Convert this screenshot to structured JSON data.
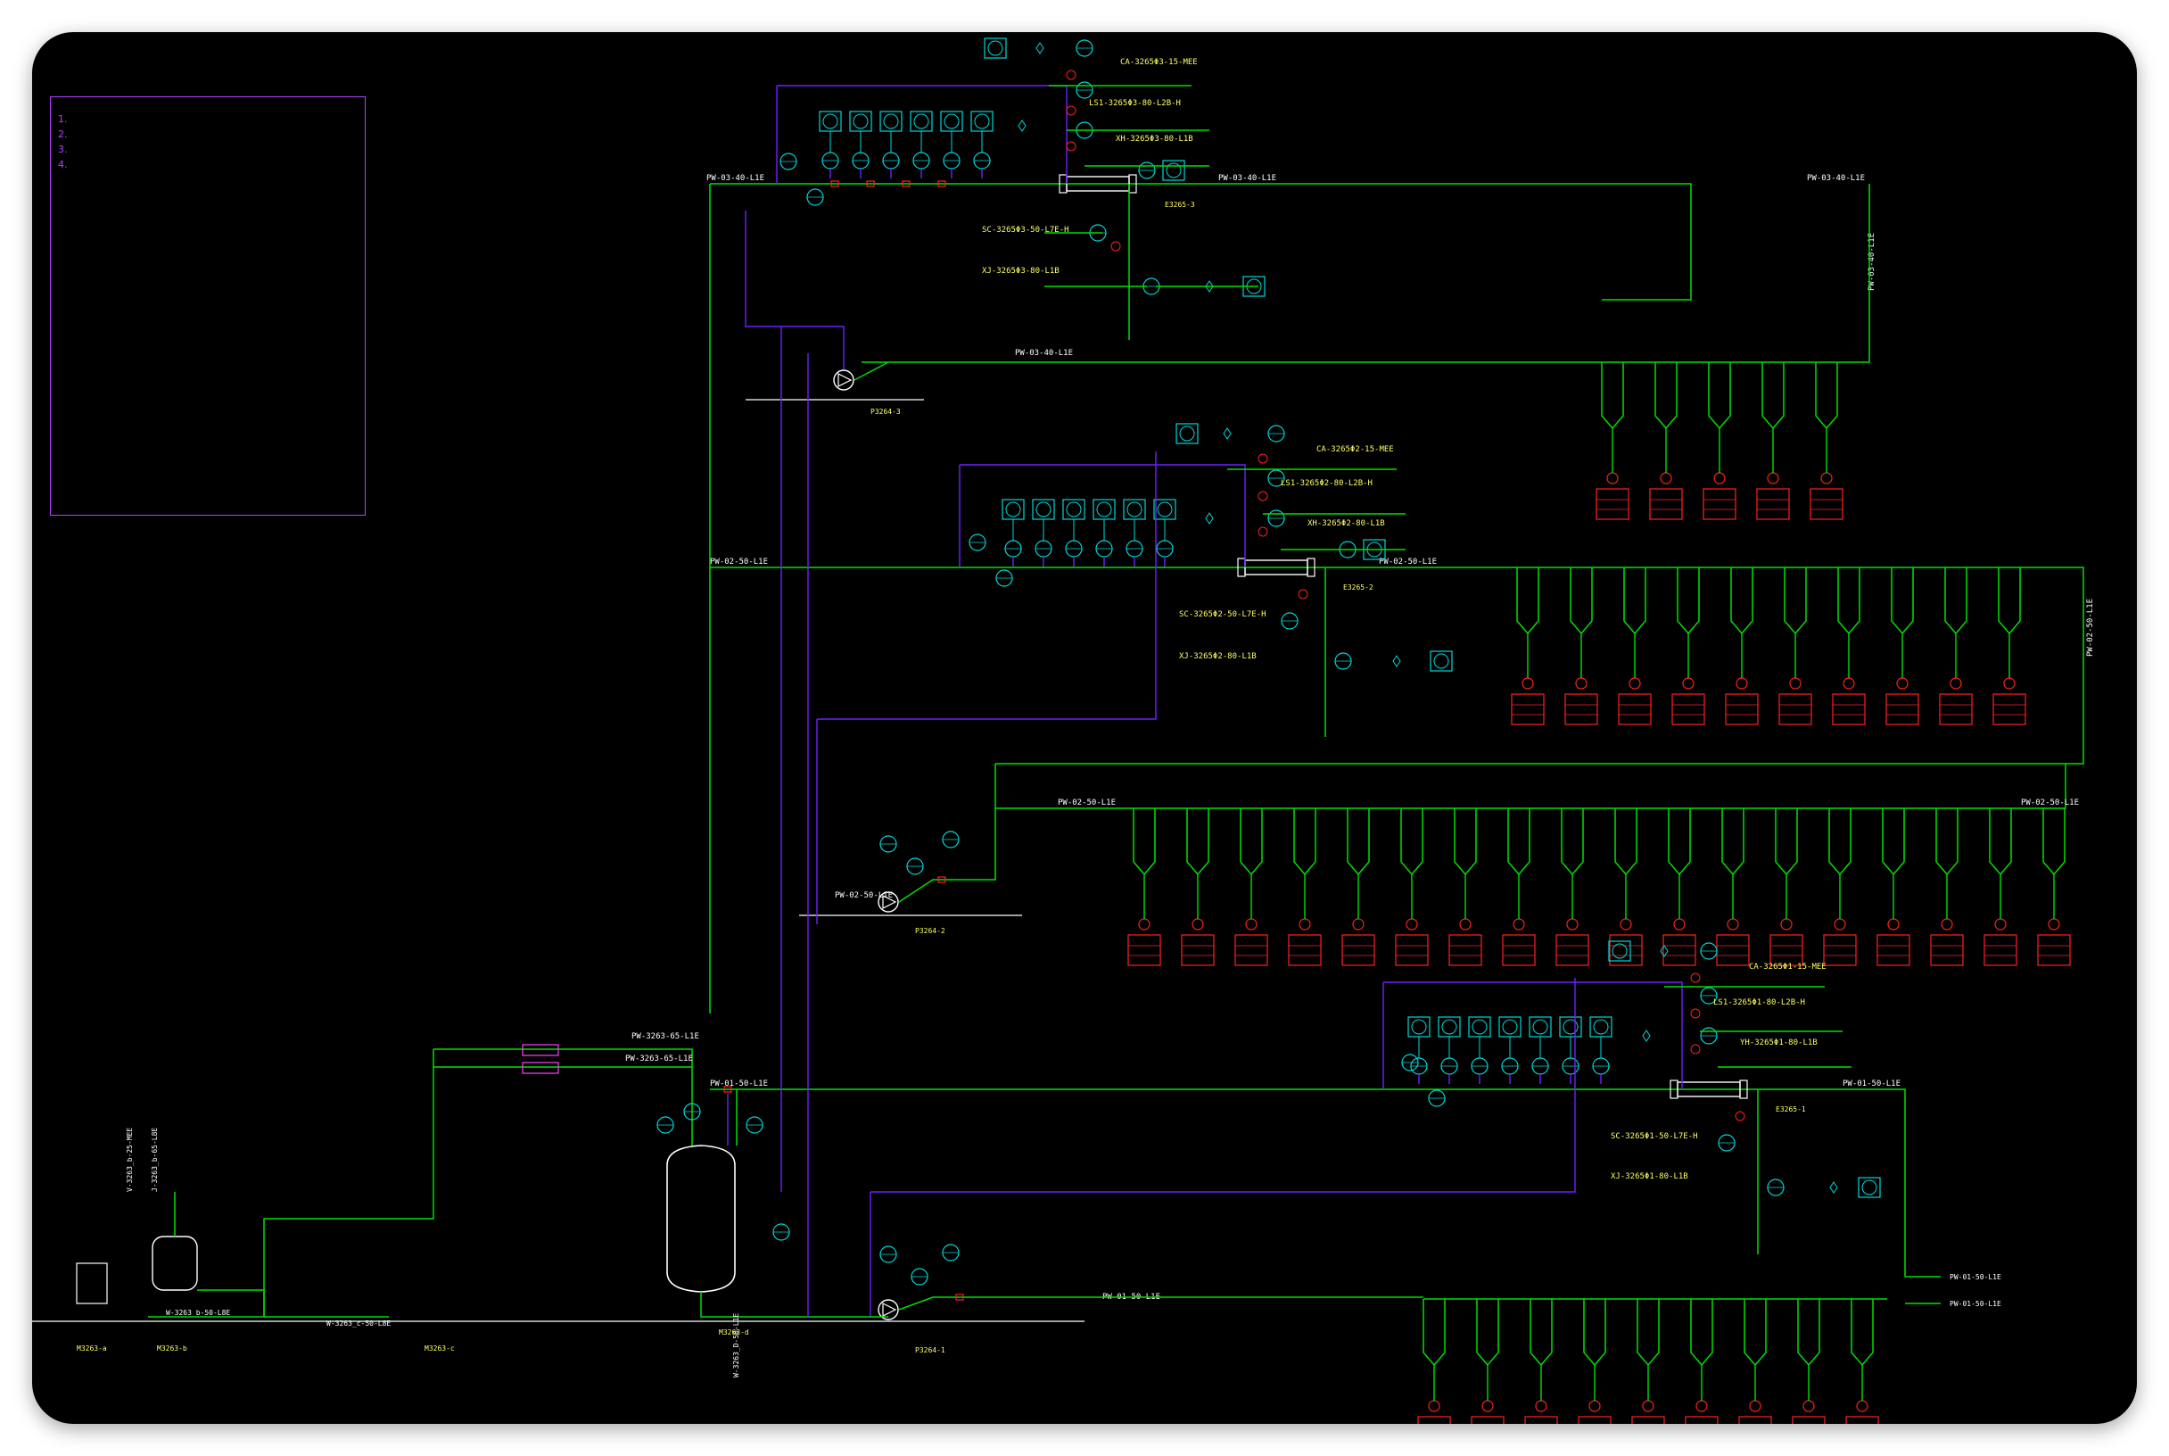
{
  "notes": {
    "title": "",
    "body_lines": [
      "1.",
      "2.",
      "3.",
      "4."
    ]
  },
  "pipes": {
    "loop3_supply_a": "PW-03-40-L1E",
    "loop3_supply_b": "PW-03-40-L1E",
    "loop3_return": "PW-03-40-L1E",
    "loop3_pump_line": "PW-03-40-L1E",
    "loop3_vertical": "PW-03-40-L1E",
    "loop2_supply": "PW-02-50-L1E",
    "loop2_right": "PW-02-50-L1E",
    "loop2_vertical": "PW-02-50-L1E",
    "loop2_header": "PW-02-50-L1E",
    "loop2_header_right": "PW-02-50-L1E",
    "loop2_pump_line": "PW-02-50-L1E",
    "loop1_supply": "PW-01-50-L1E",
    "loop1_right": "PW-01-50-L1E",
    "loop1_header": "PW-01-50-L1E",
    "loop1_out_a": "PW-01-50-L1E",
    "loop1_out_b": "PW-01-50-L1E",
    "tank_in_a": "PW-3263-65-L1E",
    "tank_in_b": "PW-3263-65-L1E",
    "tank_drain": "W-3263_D-50-L1E",
    "feed_a": "W-3263_b-50-L8E",
    "feed_b": "W-3263_c-50-L8E",
    "feed_c": "J-3263_b-65-L8E",
    "feed_d": "V-3263_b-25-MEE"
  },
  "utilities": {
    "loop3": [
      "CA-3265Φ3-15-MEE",
      "LS1-3265Φ3-80-L2B-H",
      "XH-3265Φ3-80-L1B",
      "SC-3265Φ3-50-L7E-H",
      "XJ-3265Φ3-80-L1B"
    ],
    "loop2": [
      "CA-3265Φ2-15-MEE",
      "LS1-3265Φ2-80-L2B-H",
      "XH-3265Φ2-80-L1B",
      "SC-3265Φ2-50-L7E-H",
      "XJ-3265Φ2-80-L1B"
    ],
    "loop1": [
      "CA-3265Φ1-15-MEE",
      "LS1-3265Φ1-80-L2B-H",
      "YH-3265Φ1-80-L1B",
      "SC-3265Φ1-50-L7E-H",
      "XJ-3265Φ1-80-L1B"
    ]
  },
  "equipment": {
    "exchanger_3": "E3265-3",
    "exchanger_2": "E3265-2",
    "exchanger_1": "E3265-1",
    "pump_3": "P3264-3",
    "pump_2": "P3264-2",
    "pump_1": "P3264-1",
    "tank_a": "M3263-a",
    "tank_b": "M3263-b",
    "tank_c": "M3263-c",
    "tank_d": "M3263-d"
  },
  "colors": {
    "pipe": "#00e000",
    "signal": "#7020ff",
    "instrument": "#00d8d8",
    "valve": "#ff2020",
    "label": "#ffff60",
    "text": "#ffffff",
    "notes": "#b040ff",
    "background": "#000000"
  },
  "counts": {
    "loop3_use_points": 5,
    "loop2_upper_use_points": 10,
    "loop2_lower_use_points": 18,
    "loop1_use_points": 9
  }
}
